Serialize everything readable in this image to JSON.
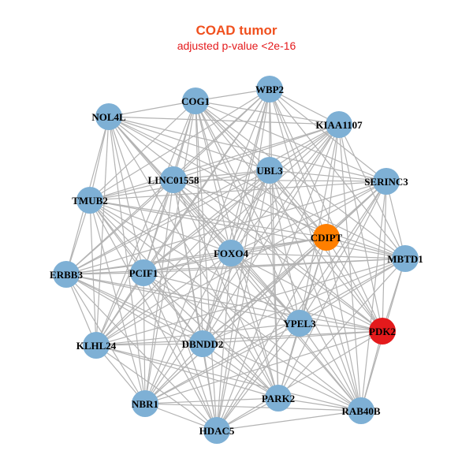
{
  "title": "COAD tumor",
  "subtitle": "adjusted p-value <2e-16",
  "colors": {
    "default_node": "#7eb0d5",
    "highlight_orange": "#ff7f00",
    "highlight_red": "#e41a1c",
    "edge": "#b3b3b3",
    "title": "#f0501e",
    "subtitle": "#e41a1c"
  },
  "network": {
    "type": "network",
    "layout": "circular-ish force layout",
    "nodes": [
      {
        "id": "COG1",
        "label": "COG1",
        "color": "default_node"
      },
      {
        "id": "WBP2",
        "label": "WBP2",
        "color": "default_node"
      },
      {
        "id": "NOL4L",
        "label": "NOL4L",
        "color": "default_node"
      },
      {
        "id": "KIAA1107",
        "label": "KIAA1107",
        "color": "default_node"
      },
      {
        "id": "LINC01558",
        "label": "LINC01558",
        "color": "default_node"
      },
      {
        "id": "UBL3",
        "label": "UBL3",
        "color": "default_node"
      },
      {
        "id": "SERINC3",
        "label": "SERINC3",
        "color": "default_node"
      },
      {
        "id": "TMUB2",
        "label": "TMUB2",
        "color": "default_node"
      },
      {
        "id": "CDIPT",
        "label": "CDIPT",
        "color": "highlight_orange"
      },
      {
        "id": "FOXO4",
        "label": "FOXO4",
        "color": "default_node"
      },
      {
        "id": "MBTD1",
        "label": "MBTD1",
        "color": "default_node"
      },
      {
        "id": "ERBB3",
        "label": "ERBB3",
        "color": "default_node"
      },
      {
        "id": "PCIF1",
        "label": "PCIF1",
        "color": "default_node"
      },
      {
        "id": "YPEL3",
        "label": "YPEL3",
        "color": "default_node"
      },
      {
        "id": "PDK2",
        "label": "PDK2",
        "color": "highlight_red"
      },
      {
        "id": "DBNDD2",
        "label": "DBNDD2",
        "color": "default_node"
      },
      {
        "id": "KLHL24",
        "label": "KLHL24",
        "color": "default_node"
      },
      {
        "id": "PARK2",
        "label": "PARK2",
        "color": "default_node"
      },
      {
        "id": "NBR1",
        "label": "NBR1",
        "color": "default_node"
      },
      {
        "id": "RAB40B",
        "label": "RAB40B",
        "color": "default_node"
      },
      {
        "id": "HDAC5",
        "label": "HDAC5",
        "color": "default_node"
      }
    ],
    "edges_note": "dense co-expression network; nearly all gene pairs connected"
  }
}
